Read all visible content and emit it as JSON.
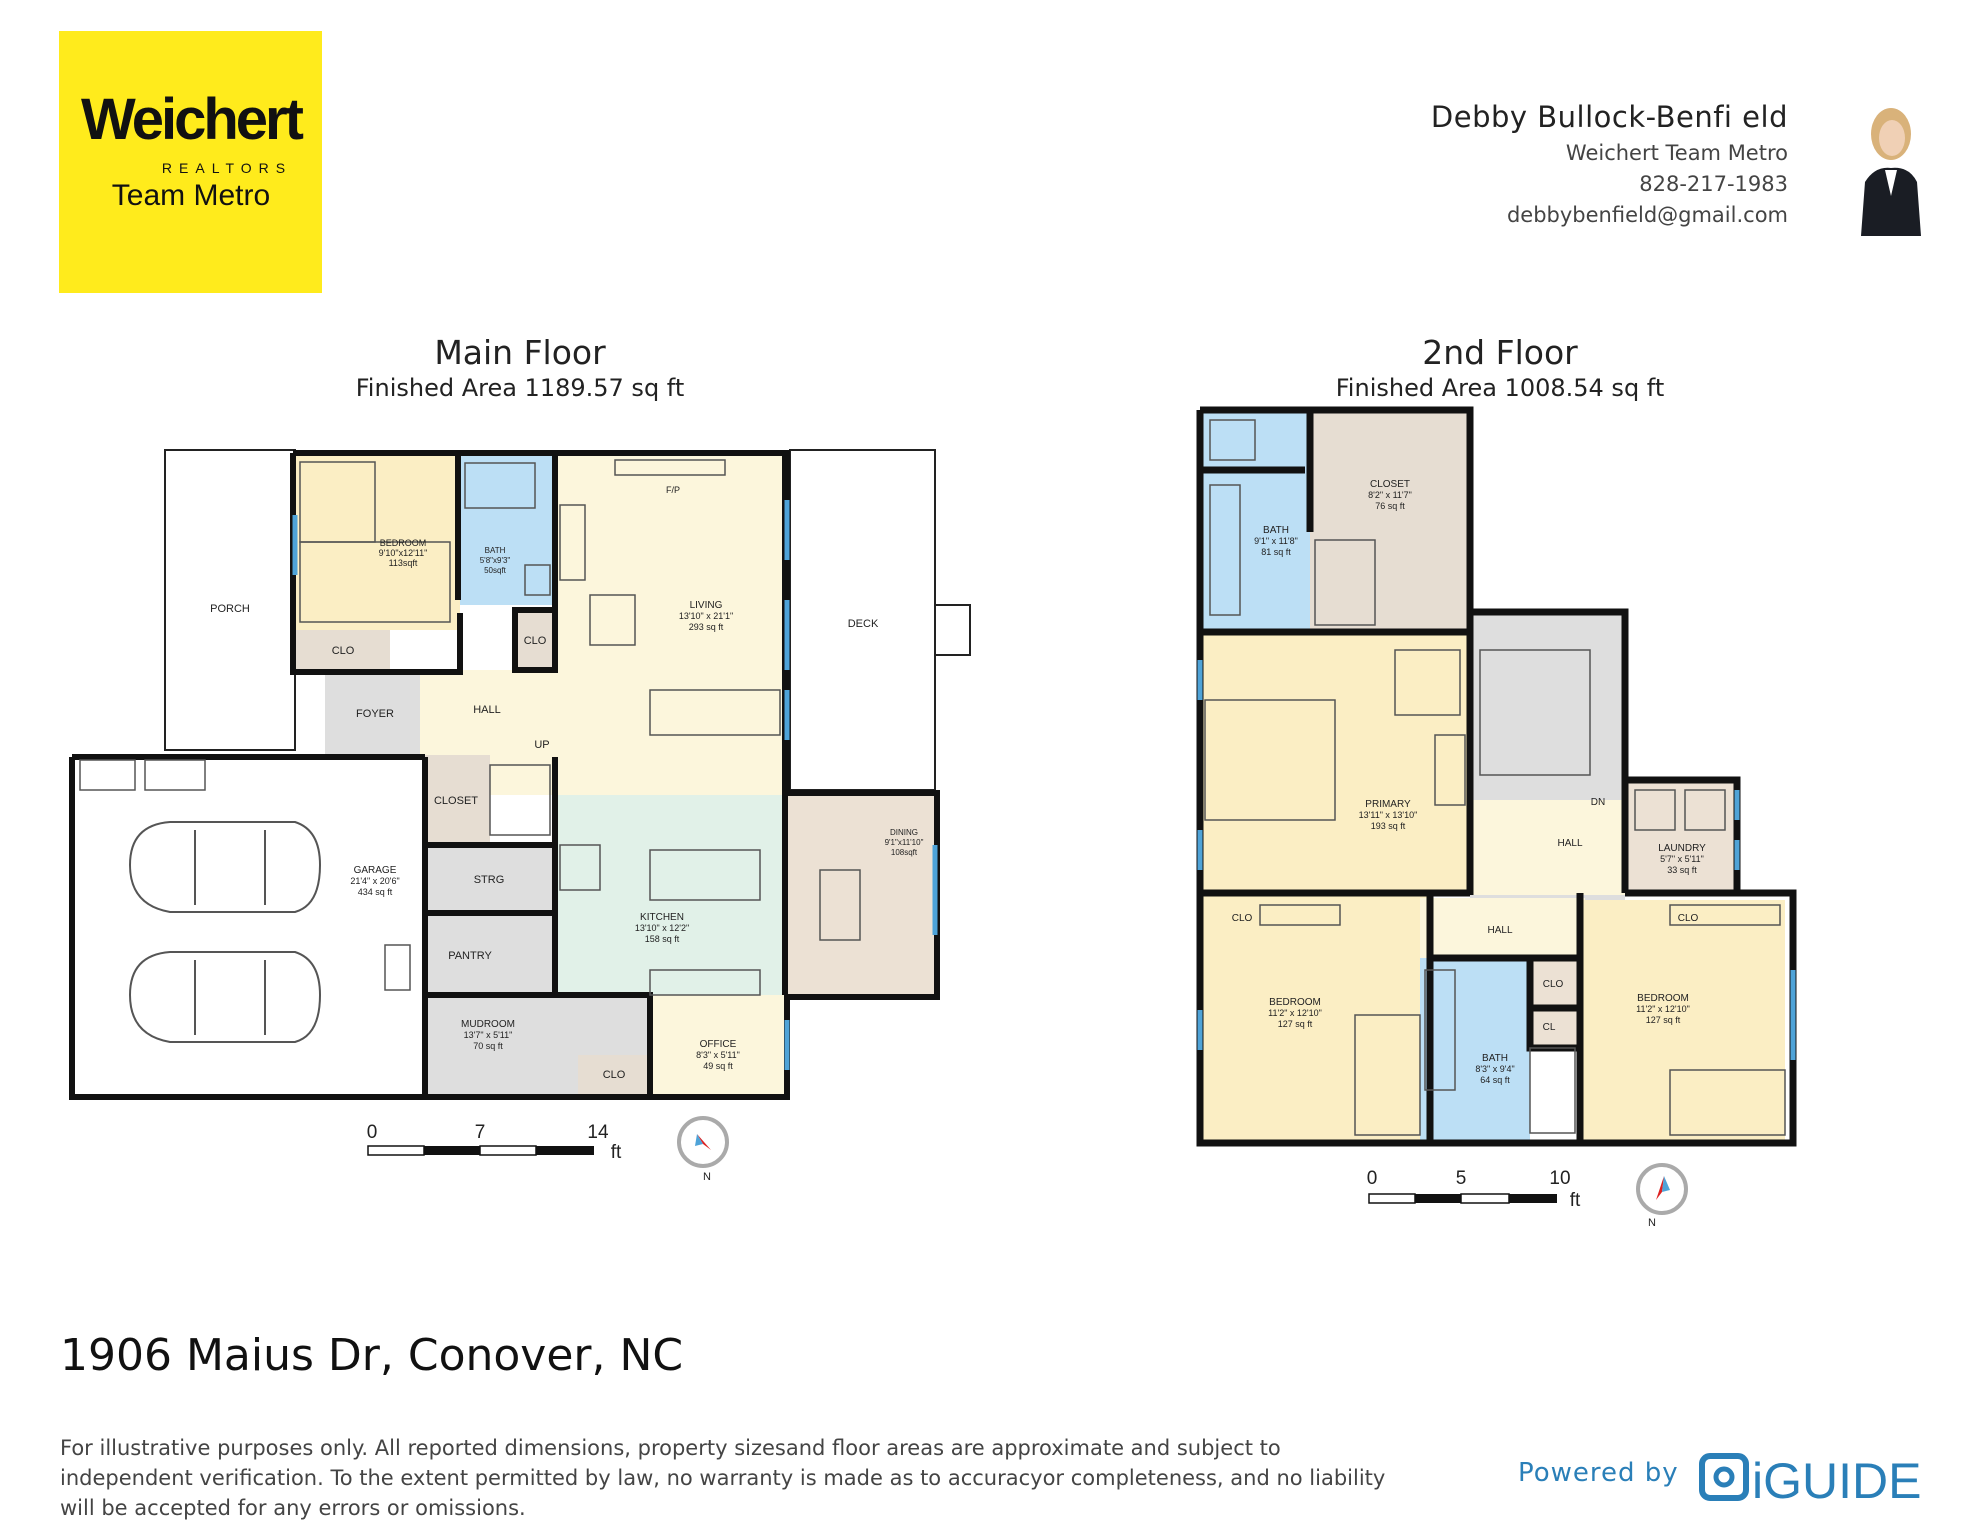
{
  "brand": {
    "name": "Weichert",
    "sub": "REALTORS",
    "team": "Team Metro",
    "color": "#ffeb1c"
  },
  "agent": {
    "name": "Debby Bullock-Benfi eld",
    "company": "Weichert Team Metro",
    "phone": "828-217-1983",
    "email": "debbybenfield@gmail.com"
  },
  "main_floor": {
    "title": "Main Floor",
    "area": "Finished Area 1189.57 sq ft",
    "rooms": {
      "porch": "PORCH",
      "deck": "DECK",
      "bedroom_name": "BEDROOM",
      "bedroom_dim": "9'10\"x12'11\"",
      "bedroom_area": "113sqft",
      "bath_name": "BATH",
      "bath_dim": "5'8\"x9'3\"",
      "bath_area": "50sqft",
      "clo_bed": "CLO",
      "clo_hall": "CLO",
      "living_name": "LIVING",
      "living_dim": "13'10\" x 21'1\"",
      "living_area": "293 sq ft",
      "fp": "F/P",
      "foyer": "FOYER",
      "hall": "HALL",
      "up": "UP",
      "closet": "CLOSET",
      "strg": "STRG",
      "pantry": "PANTRY",
      "garage_name": "GARAGE",
      "garage_dim": "21'4\" x 20'6\"",
      "garage_area": "434 sq ft",
      "kitchen_name": "KITCHEN",
      "kitchen_dim": "13'10\" x 12'2\"",
      "kitchen_area": "158 sq ft",
      "dining_name": "DINING",
      "dining_dim": "9'1\"x11'10\"",
      "dining_area": "108sqft",
      "mudroom_name": "MUDROOM",
      "mudroom_dim": "13'7\" x 5'11\"",
      "mudroom_area": "70 sq ft",
      "clo_mud": "CLO",
      "office_name": "OFFICE",
      "office_dim": "8'3\" x 5'11\"",
      "office_area": "49 sq ft"
    },
    "scale": {
      "t0": "0",
      "t1": "7",
      "t2": "14",
      "unit": "ft"
    },
    "north": "N"
  },
  "second_floor": {
    "title": "2nd Floor",
    "area": "Finished Area 1008.54 sq ft",
    "rooms": {
      "closet_name": "CLOSET",
      "closet_dim": "8'2\" x 11'7\"",
      "closet_area": "76 sq ft",
      "bath1_name": "BATH",
      "bath1_dim": "9'1\" x 11'8\"",
      "bath1_area": "81 sq ft",
      "primary_name": "PRIMARY",
      "primary_dim": "13'11\" x 13'10\"",
      "primary_area": "193 sq ft",
      "dn": "DN",
      "hall1": "HALL",
      "laundry_name": "LAUNDRY",
      "laundry_dim": "5'7\" x 5'11\"",
      "laundry_area": "33 sq ft",
      "clo_left": "CLO",
      "hall2": "HALL",
      "clo_right": "CLO",
      "bed_left_name": "BEDROOM",
      "bed_left_dim": "11'2\" x 12'10\"",
      "bed_left_area": "127 sq ft",
      "clo_mid": "CLO",
      "cl": "CL",
      "bath2_name": "BATH",
      "bath2_dim": "8'3\" x 9'4\"",
      "bath2_area": "64 sq ft",
      "bed_right_name": "BEDROOM",
      "bed_right_dim": "11'2\" x 12'10\"",
      "bed_right_area": "127 sq ft"
    },
    "scale": {
      "t0": "0",
      "t1": "5",
      "t2": "10",
      "unit": "ft"
    },
    "north": "N"
  },
  "address": "1906 Maius  Dr, Conover, NC",
  "disclaimer": [
    "For illustrative  purposes only. All reported  dimensions, property  sizesand floor areas are approximate and subject to",
    "independent  verification.  To the extent permitted  by law, no warranty is made as to accuracyor completeness, and no liability",
    "will be accepted for  any errors  or omissions."
  ],
  "powered": {
    "label": "Powered by",
    "product": "iGUIDE",
    "color": "#2a7fb8"
  },
  "colors": {
    "bedroom": "#fbeec4",
    "bath": "#bcdff5",
    "living": "#fcf6dc",
    "kitchen": "#e1f1e8",
    "dining": "#ece1d4",
    "gray": "#dedede",
    "closet": "#e6ddd2",
    "wall": "#111111",
    "window": "#4ea3d8"
  }
}
